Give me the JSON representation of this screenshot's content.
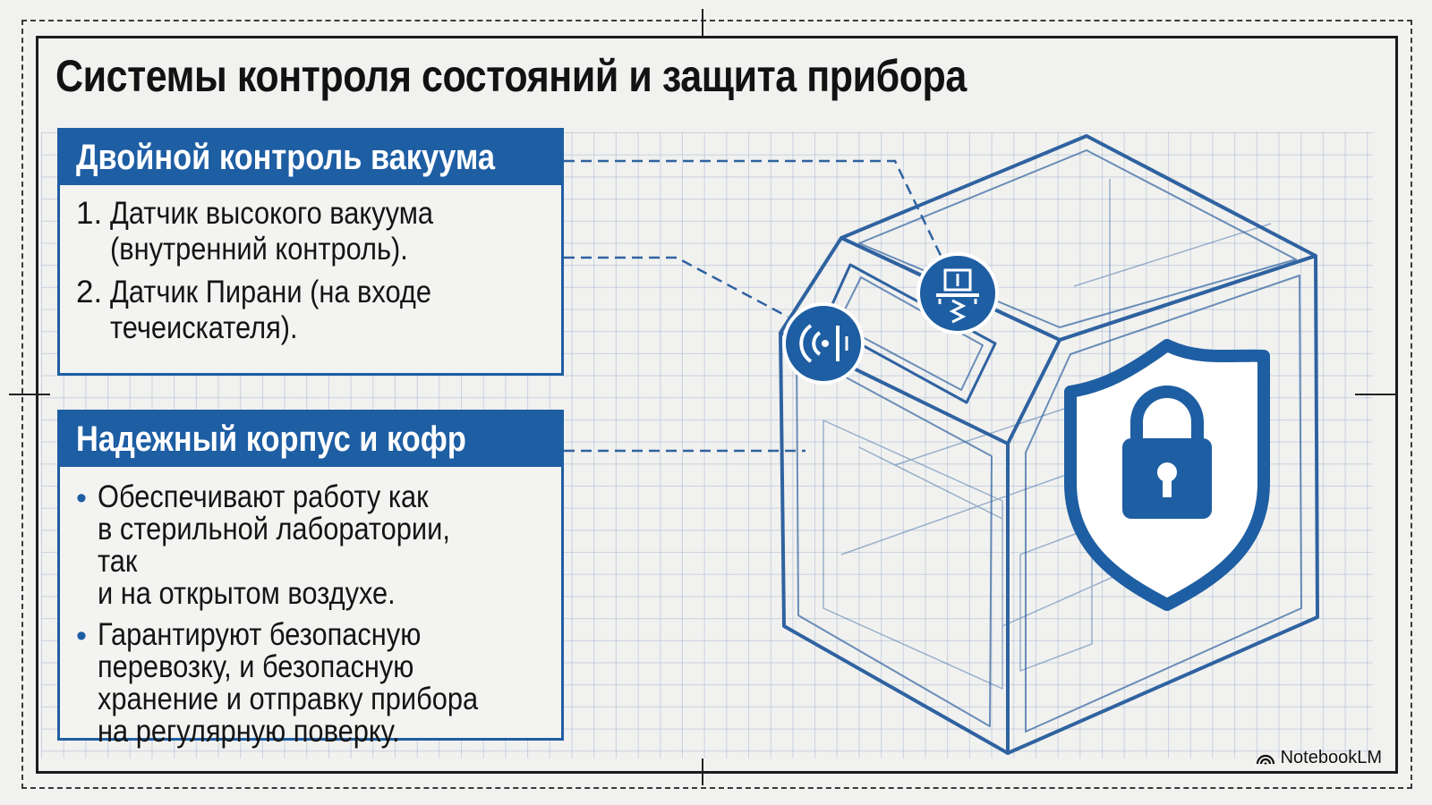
{
  "title": "Системы контроля состояний и защита прибора",
  "panels": [
    {
      "heading": "Двойной контроль вакуума",
      "list_style": "numbered",
      "items": [
        {
          "marker": "1.",
          "text": "Датчик высокого вакуума\n(внутренний контроль)."
        },
        {
          "marker": "2.",
          "text": "Датчик Пирани (на входе\nтечеискателя)."
        }
      ]
    },
    {
      "heading": "Надежный корпус и кофр",
      "list_style": "bullets",
      "items": [
        {
          "marker": "•",
          "text": "Обеспечивают работу как\nв стерильной лаборатории, так\nи на открытом воздухе."
        },
        {
          "marker": "•",
          "text": "Гарантируют безопасную\nперевозку, и безопасную\nхранение и отправку прибора\nна регулярную поверку."
        }
      ]
    }
  ],
  "diagram": {
    "callouts": [
      {
        "icon": "pressure-gauge-icon"
      },
      {
        "icon": "signal-sensor-icon"
      }
    ],
    "shield_icon": "shield-lock-icon",
    "subject": "device-enclosure"
  },
  "watermark": {
    "label": "NotebookLM",
    "icon": "notebooklm-logo-icon"
  },
  "colors": {
    "accent": "#1e5ea3",
    "background": "#f1f1ef",
    "grid": "#8ca3c8",
    "blueprint_line": "#2f62a0"
  }
}
